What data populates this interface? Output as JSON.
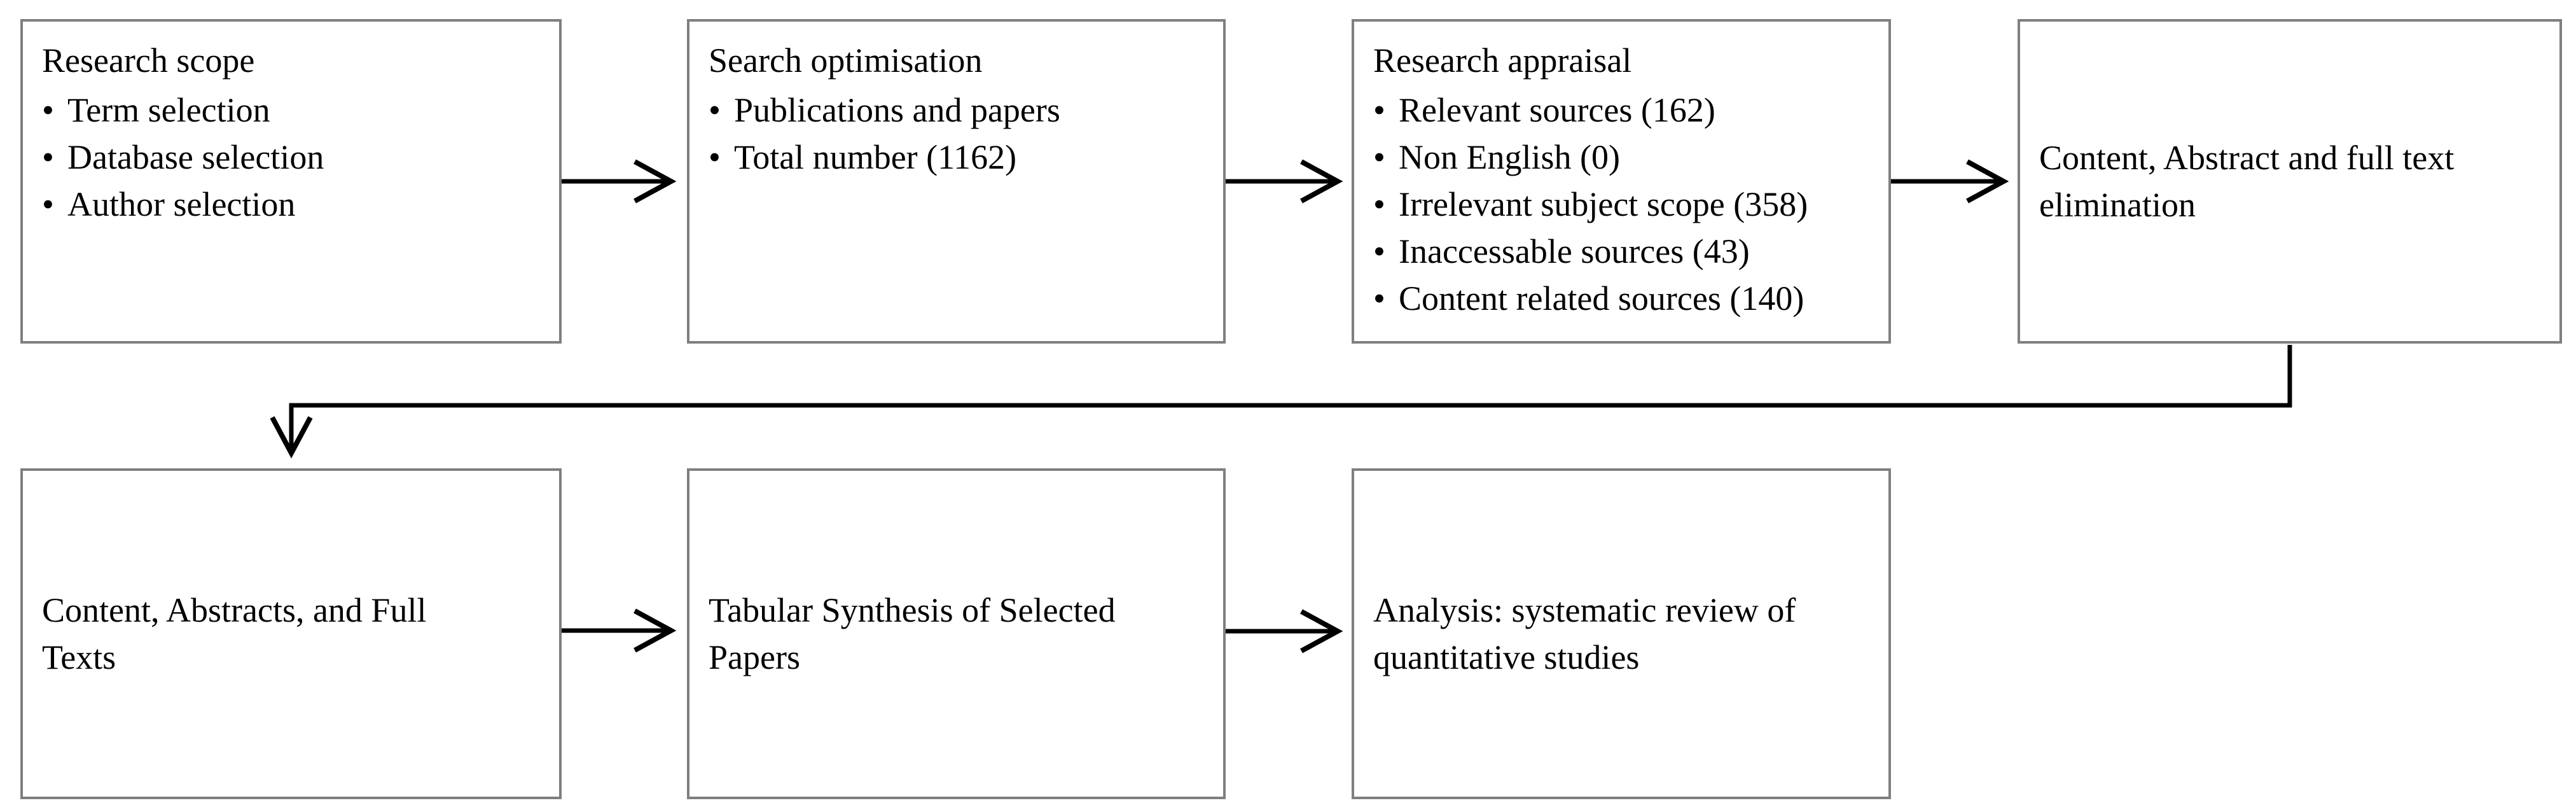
{
  "diagram": {
    "background_color": "#ffffff",
    "box_border_color": "#7f7f7f",
    "arrow_color": "#000000",
    "text_color": "#000000",
    "bullet_char": "•",
    "top_row": [
      {
        "title": "Research scope",
        "bullets": [
          "Term selection",
          "Database selection",
          "Author selection"
        ]
      },
      {
        "title": "Search optimisation",
        "bullets": [
          "Publications and papers",
          "Total number (1162)"
        ]
      },
      {
        "title": "Research appraisal",
        "bullets": [
          "Relevant sources (162)",
          "Non English (0)",
          "Irrelevant subject scope (358)",
          "Inaccessable sources (43)",
          "Content related sources (140)"
        ]
      },
      {
        "text": "Content, Abstract and full text\nelimination"
      }
    ],
    "bottom_row": [
      {
        "text": "Content, Abstracts, and Full\nTexts"
      },
      {
        "text": "Tabular Synthesis of Selected\nPapers"
      },
      {
        "text": "Analysis: systematic review of\nquantitative studies"
      }
    ]
  }
}
